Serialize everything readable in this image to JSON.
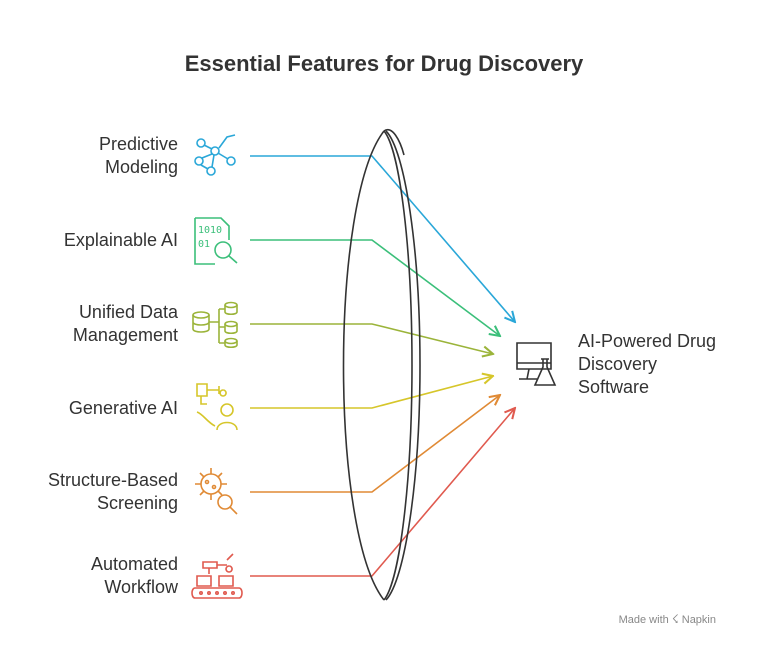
{
  "title": "Essential Features for Drug Discovery",
  "features": [
    {
      "lines": [
        "Predictive",
        "Modeling"
      ],
      "icon": "network-nodes-icon",
      "color": "#2aa7d8"
    },
    {
      "lines": [
        "Explainable AI"
      ],
      "icon": "binary-document-search-icon",
      "color": "#3bbf7a"
    },
    {
      "lines": [
        "Unified Data",
        "Management"
      ],
      "icon": "database-network-icon",
      "color": "#9bb43a"
    },
    {
      "lines": [
        "Generative AI"
      ],
      "icon": "robot-arm-person-icon",
      "color": "#d6c62a"
    },
    {
      "lines": [
        "Structure-Based",
        "Screening"
      ],
      "icon": "molecule-search-icon",
      "color": "#e08a35"
    },
    {
      "lines": [
        "Automated",
        "Workflow"
      ],
      "icon": "conveyor-robot-icon",
      "color": "#e05a4f"
    }
  ],
  "target": {
    "lines": [
      "AI-Powered Drug",
      "Discovery",
      "Software"
    ],
    "icon": "computer-flask-icon"
  },
  "footer": {
    "prefix": "Made with",
    "brand": "Napkin"
  }
}
